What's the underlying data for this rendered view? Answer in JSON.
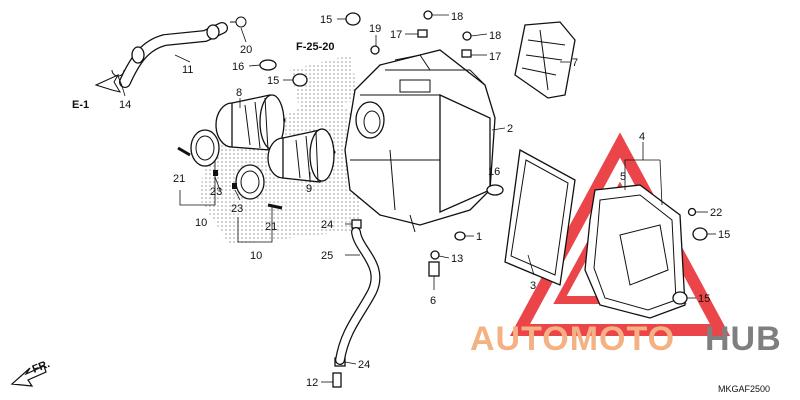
{
  "diagram": {
    "code": "MKGAF2500",
    "references": {
      "e1": "E-1",
      "f2520": "F-25-20"
    },
    "front_marker": "FR.",
    "watermark": {
      "part1": "AUTOMOTO",
      "part2": "HUB",
      "accent": "#e8252a",
      "orange": "#f4b183",
      "gray": "#7f7f7f"
    },
    "callouts": {
      "c1": "1",
      "c2": "2",
      "c3": "3",
      "c4": "4",
      "c5": "5",
      "c6": "6",
      "c7": "7",
      "c8": "8",
      "c9": "9",
      "c10a": "10",
      "c10b": "10",
      "c11": "11",
      "c12": "12",
      "c13": "13",
      "c14": "14",
      "c15a": "15",
      "c15b": "15",
      "c15c": "15",
      "c15d": "15",
      "c16a": "16",
      "c16b": "16",
      "c17a": "17",
      "c17b": "17",
      "c18a": "18",
      "c18b": "18",
      "c19": "19",
      "c20": "20",
      "c21a": "21",
      "c21b": "21",
      "c22": "22",
      "c23a": "23",
      "c23b": "23",
      "c24a": "24",
      "c24b": "24",
      "c25": "25"
    }
  }
}
